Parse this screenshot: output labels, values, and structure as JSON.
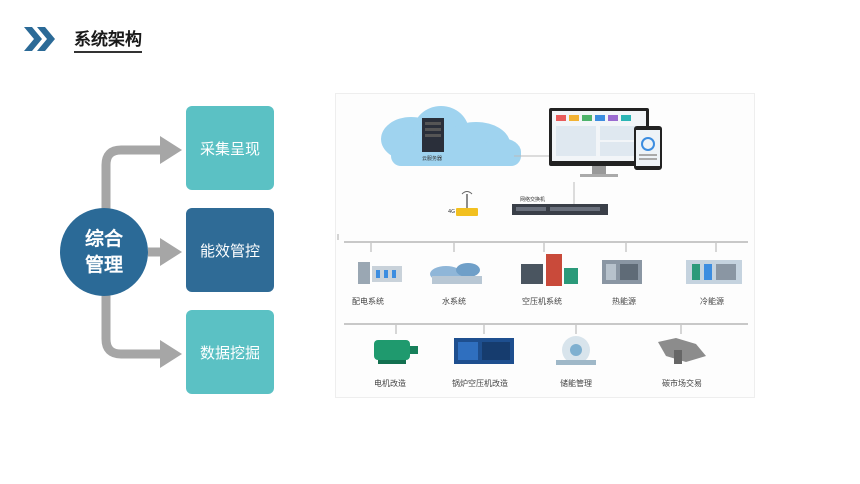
{
  "header": {
    "title": "系统架构",
    "chevron_icon": "double-chevron-right-icon"
  },
  "hub": {
    "line1": "综合",
    "line2": "管理"
  },
  "modules": [
    {
      "label": "采集呈现"
    },
    {
      "label": "能效管控"
    },
    {
      "label": "数据挖掘"
    }
  ],
  "diagram": {
    "cloud_label": "云服务器",
    "gateway_label": "网络交换机",
    "router_label": "4G",
    "row1": [
      "配电系统",
      "水系统",
      "空压机系统",
      "热能源",
      "冷能源"
    ],
    "row2": [
      "电机改造",
      "锅炉空压机改造",
      "储能管理",
      "碳市场交易"
    ]
  },
  "colors": {
    "accent_dark": "#2f6b96",
    "accent_light": "#5bc1c4",
    "arrow": "#a6a6a6"
  }
}
